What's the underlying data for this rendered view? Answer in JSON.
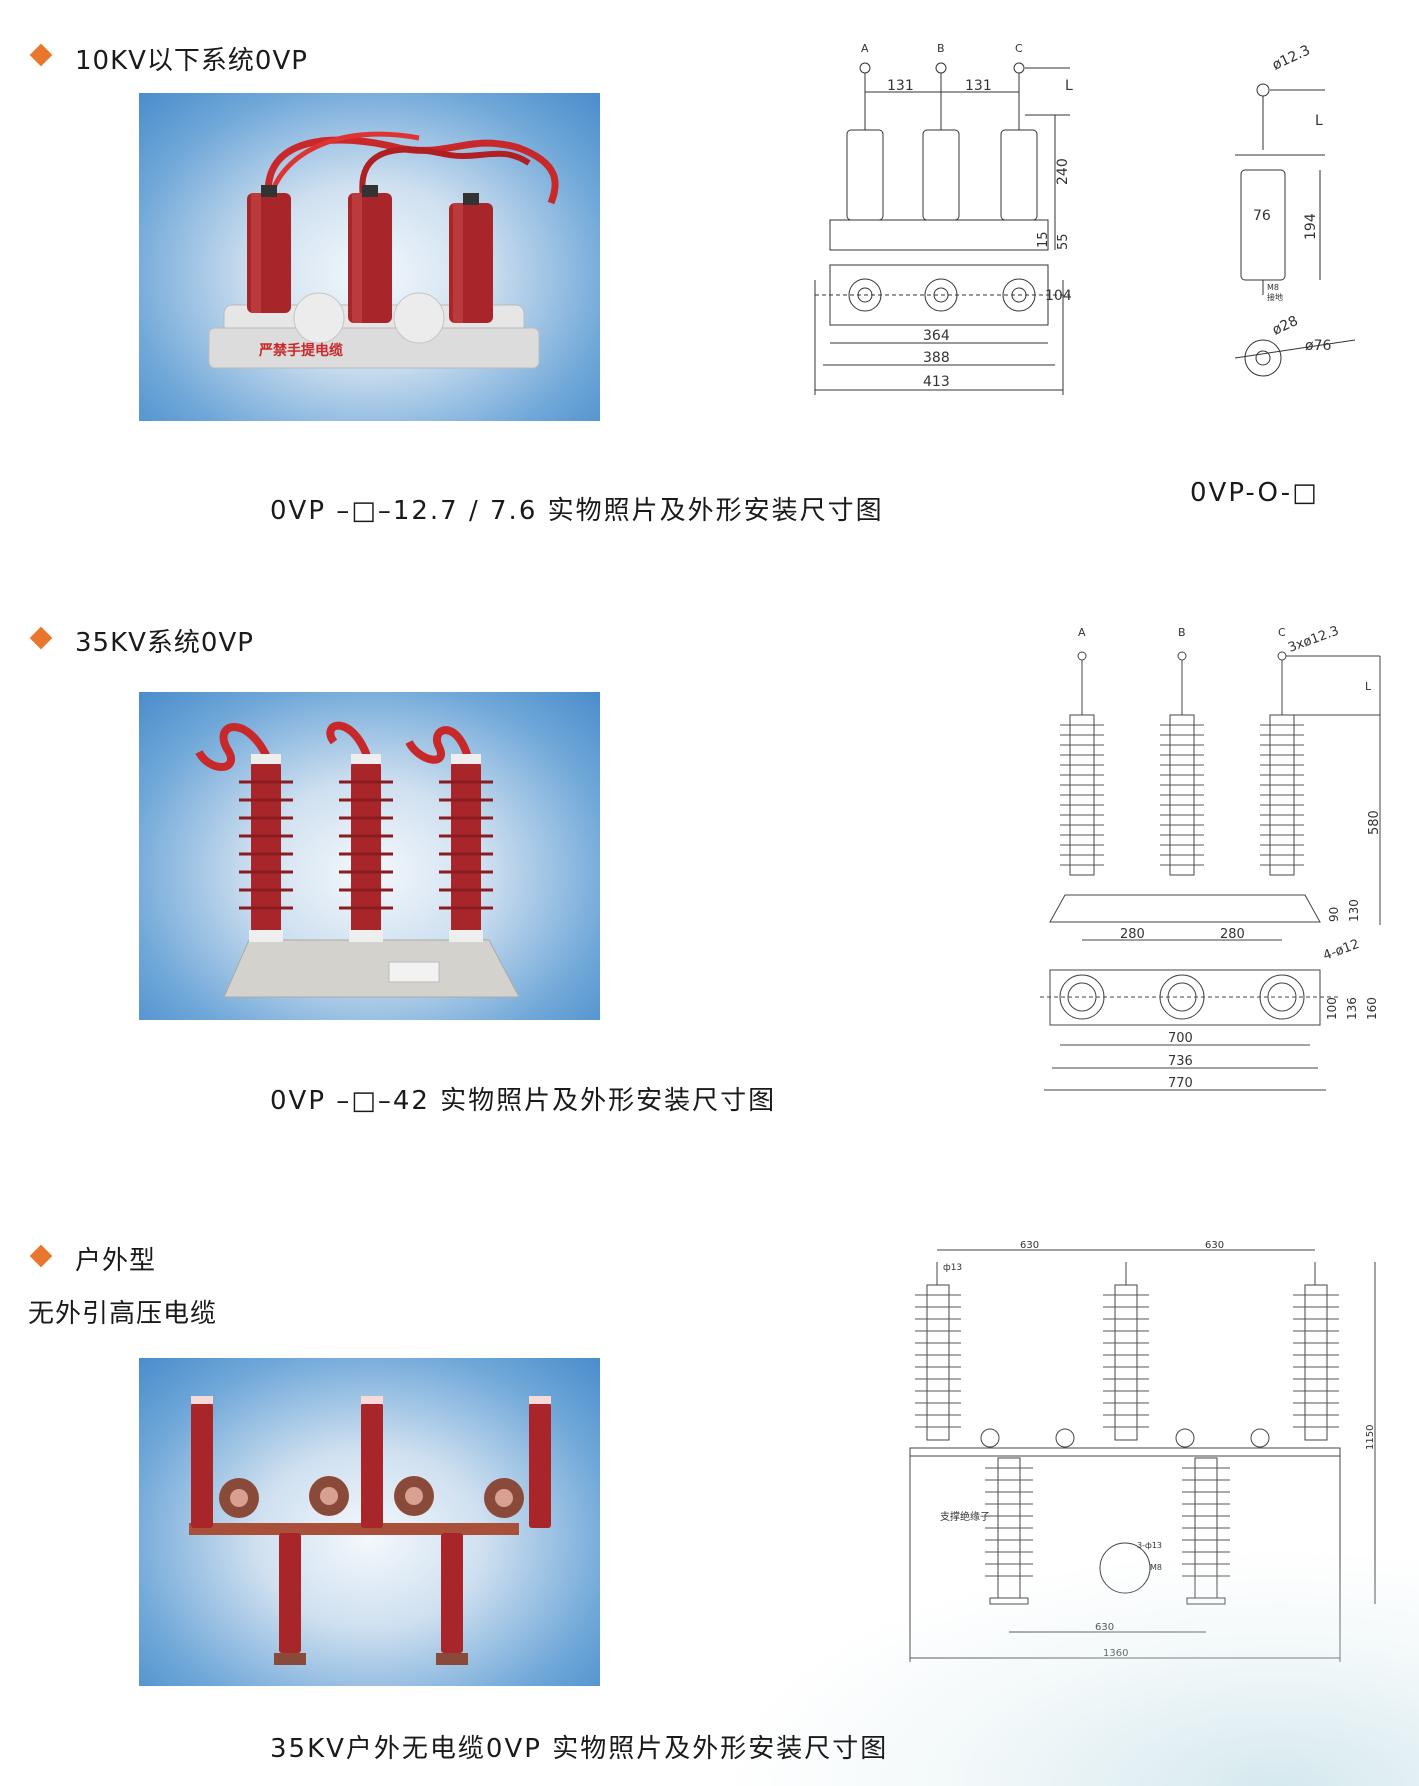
{
  "sections": [
    {
      "heading": "10KV以下系统0VP",
      "caption": "0VP –□–12.7 / 7.6  实物照片及外形安装尺寸图",
      "caption2": "0VP-O-□",
      "photo_label": "严禁手提电缆",
      "drawing_main": {
        "phases": [
          "A",
          "B",
          "C"
        ],
        "dims": [
          "131",
          "131",
          "L",
          "240",
          "15",
          "55",
          "104",
          "364",
          "388",
          "413"
        ]
      },
      "drawing_side": {
        "dims": [
          "ø12.3",
          "L",
          "76",
          "194",
          "M8",
          "接地",
          "ø28",
          "ø76"
        ]
      }
    },
    {
      "heading": "35KV系统0VP",
      "caption": "0VP –□–42  实物照片及外形安装尺寸图",
      "drawing": {
        "phases": [
          "A",
          "B",
          "C"
        ],
        "dims": [
          "3xø12.3",
          "L",
          "580",
          "90",
          "130",
          "280",
          "280",
          "4-ø12",
          "100",
          "136",
          "160",
          "700",
          "736",
          "770"
        ]
      }
    },
    {
      "heading": "户外型",
      "subheading": "无外引高压电缆",
      "caption": "35KV户外无电缆0VP 实物照片及外形安装尺寸图",
      "drawing": {
        "dims": [
          "630",
          "630",
          "ф13",
          "1150",
          "支撑绝缘子",
          "3-ф13",
          "M8",
          "630",
          "1360"
        ]
      }
    }
  ],
  "colors": {
    "bullet": "#e8762c",
    "insulator": "#a8262a",
    "cable": "#c8282a",
    "photo_bg": "#6fa7d8"
  }
}
